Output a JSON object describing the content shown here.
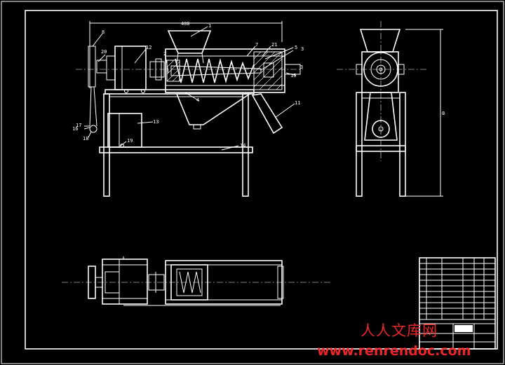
{
  "drawing": {
    "dimensions": {
      "top_width": "400",
      "side_height": "8"
    },
    "callouts": [
      {
        "id": "c1",
        "text": "1"
      },
      {
        "id": "c2",
        "text": "2"
      },
      {
        "id": "c3",
        "text": "3"
      },
      {
        "id": "c4",
        "text": "4"
      },
      {
        "id": "c5",
        "text": "5"
      },
      {
        "id": "c7",
        "text": "7"
      },
      {
        "id": "c8",
        "text": "8"
      },
      {
        "id": "c11",
        "text": "11"
      },
      {
        "id": "c12",
        "text": "12"
      },
      {
        "id": "c13",
        "text": "13"
      },
      {
        "id": "c14",
        "text": "14"
      },
      {
        "id": "c15",
        "text": "15"
      },
      {
        "id": "c16",
        "text": "16"
      },
      {
        "id": "c17",
        "text": "17"
      },
      {
        "id": "c18",
        "text": "18"
      },
      {
        "id": "c19",
        "text": "19"
      },
      {
        "id": "c20",
        "text": "20"
      },
      {
        "id": "c21",
        "text": "21"
      }
    ],
    "side_view_label": "3"
  },
  "watermark": {
    "title": "人人文库网",
    "url": "www.renrendoc.com"
  },
  "colors": {
    "line": "#ffffff",
    "background": "#000000",
    "watermark": "#ff2a2a"
  }
}
